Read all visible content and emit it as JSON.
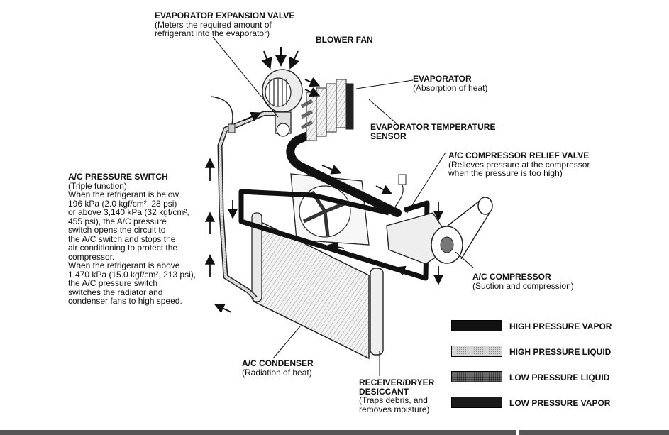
{
  "labels": {
    "expansion_valve": {
      "title": "EVAPORATOR EXPANSION VALVE",
      "desc": [
        "(Meters the required amount of",
        "refrigerant into the evaporator)"
      ]
    },
    "blower_fan": {
      "title": "BLOWER FAN"
    },
    "evaporator": {
      "title": "EVAPORATOR",
      "desc": [
        "(Absorption of heat)"
      ]
    },
    "temp_sensor": {
      "title": [
        "EVAPORATOR TEMPERATURE",
        "SENSOR"
      ]
    },
    "relief_valve": {
      "title": "A/C COMPRESSOR RELIEF VALVE",
      "desc": [
        "(Relieves pressure at the compressor",
        "when the pressure is too high)"
      ]
    },
    "pressure_switch": {
      "title": "A/C PRESSURE SWITCH",
      "desc": [
        "(Triple function)",
        "When the refrigerant is below",
        "196 kPa (2.0 kgf/cm², 28 psi)",
        "or above 3,140 kPa (32 kgf/cm²,",
        "455 psi), the A/C pressure",
        "switch opens the circuit to",
        "the A/C switch and stops the",
        "air conditioning to protect the",
        "compressor.",
        "When the refrigerant is above",
        "1,470 kPa (15.0 kgf/cm², 213 psi),",
        "the A/C pressure switch",
        "switches the radiator and",
        "condenser fans to high speed."
      ]
    },
    "compressor": {
      "title": "A/C COMPRESSOR",
      "desc": [
        "(Suction and compression)"
      ]
    },
    "condenser": {
      "title": "A/C CONDENSER",
      "desc": [
        "(Radiation of heat)"
      ]
    },
    "receiver": {
      "title": [
        "RECEIVER/DRYER",
        "DESICCANT"
      ],
      "desc": [
        "(Traps debris, and",
        "removes moisture)"
      ]
    }
  },
  "legend": [
    {
      "label": "HIGH PRESSURE VAPOR",
      "color": "#111111",
      "pattern": "solid"
    },
    {
      "label": "HIGH PRESSURE LIQUID",
      "color": "#cfcfcf",
      "pattern": "stipple-light"
    },
    {
      "label": "LOW PRESSURE LIQUID",
      "color": "#6a6a6a",
      "pattern": "stipple-dark"
    },
    {
      "label": "LOW PRESSURE VAPOR",
      "color": "#1a1a1a",
      "pattern": "solid"
    }
  ]
}
